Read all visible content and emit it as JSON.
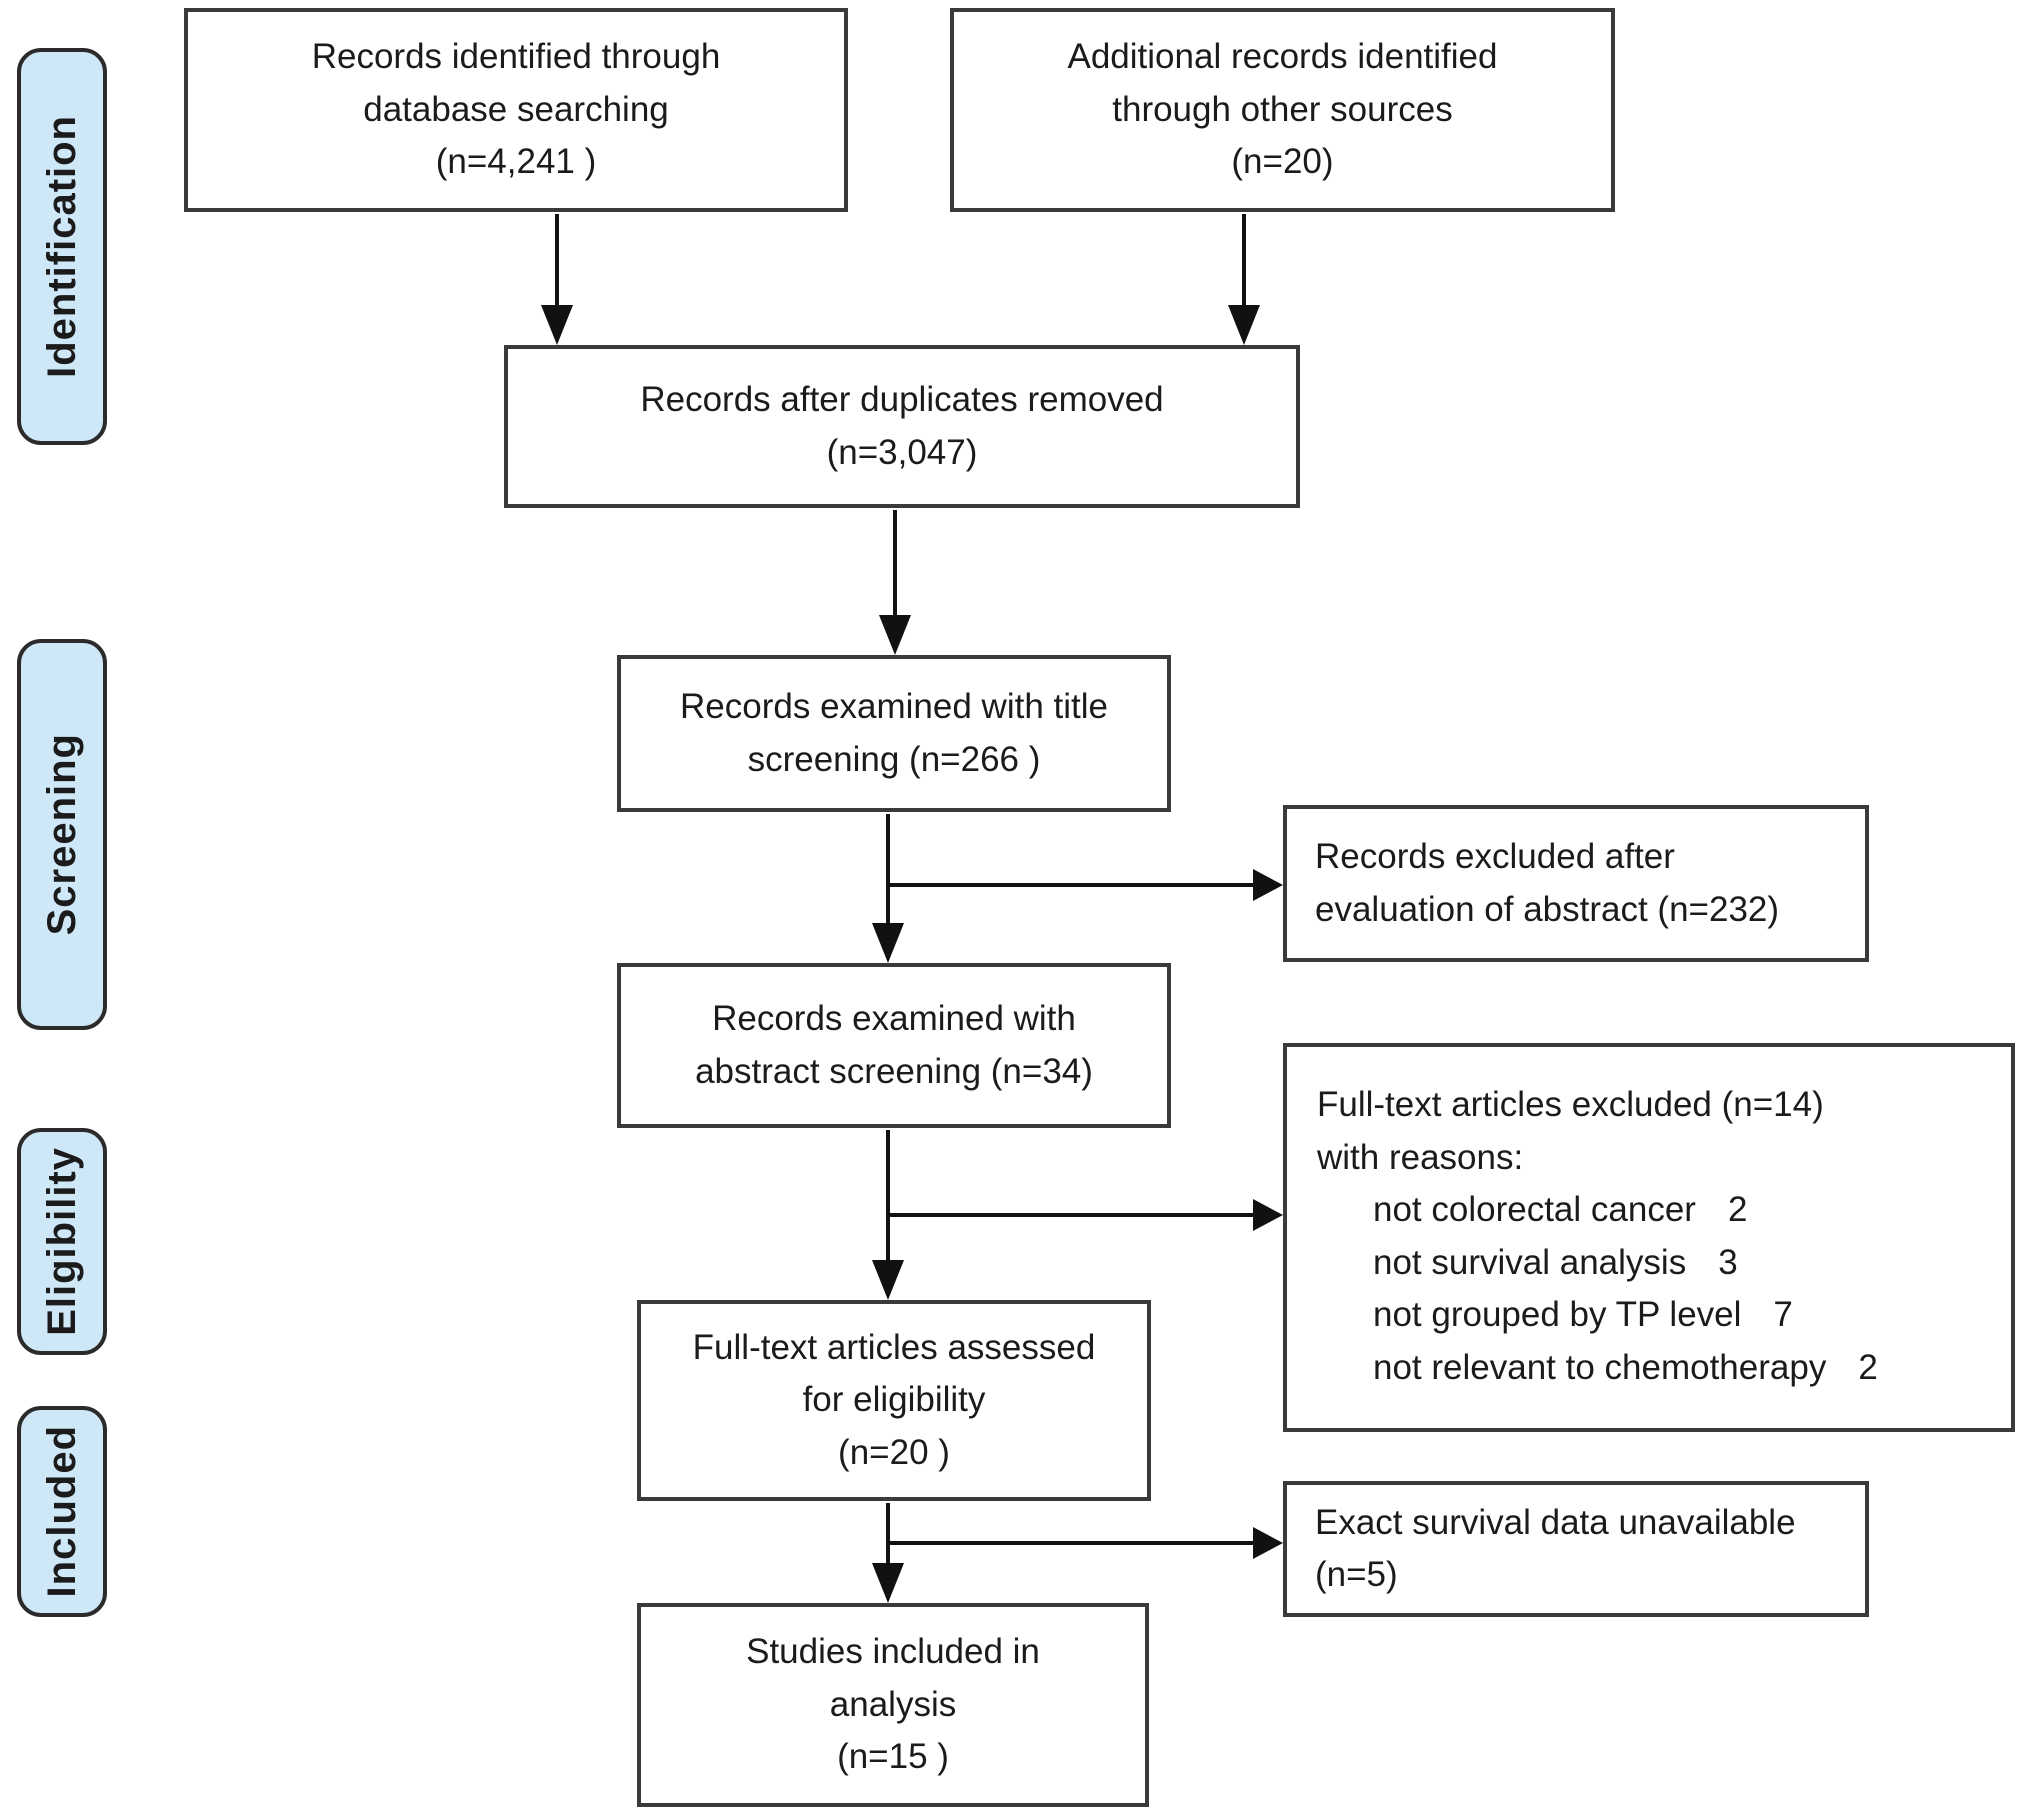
{
  "stages": {
    "identification": "Identification",
    "screening": "Screening",
    "eligibility": "Eligibility",
    "included": "Included"
  },
  "boxes": {
    "records_identified": "Records identified through\ndatabase searching\n(n=4,241 )",
    "additional_records": "Additional records identified\nthrough other sources\n(n=20)",
    "after_duplicates": "Records after duplicates removed\n(n=3,047)",
    "title_screening": "Records examined with title\nscreening (n=266 )",
    "records_excluded": "Records excluded after\nevaluation of abstract (n=232)",
    "abstract_screening": "Records examined with\nabstract screening (n=34)",
    "fulltext_excluded_title": "Full-text articles excluded (n=14)",
    "fulltext_excluded_subtitle": "with reasons:",
    "fulltext_excluded_reasons": [
      {
        "label": "not colorectal cancer",
        "count": "2"
      },
      {
        "label": "not survival analysis",
        "count": "3"
      },
      {
        "label": "not grouped by TP level",
        "count": "7"
      },
      {
        "label": "not relevant to chemotherapy",
        "count": "2"
      }
    ],
    "fulltext_assessed": "Full-text articles assessed\nfor eligibility\n(n=20 )",
    "survival_unavailable": "Exact survival data unavailable\n(n=5)",
    "studies_included": "Studies included in\nanalysis\n(n=15 )"
  },
  "colors": {
    "stage_fill": "#cfe8f8",
    "stage_border": "#2b2b2b",
    "box_border": "#3a3a3a",
    "arrow": "#111111",
    "text": "#1b1b1b"
  }
}
